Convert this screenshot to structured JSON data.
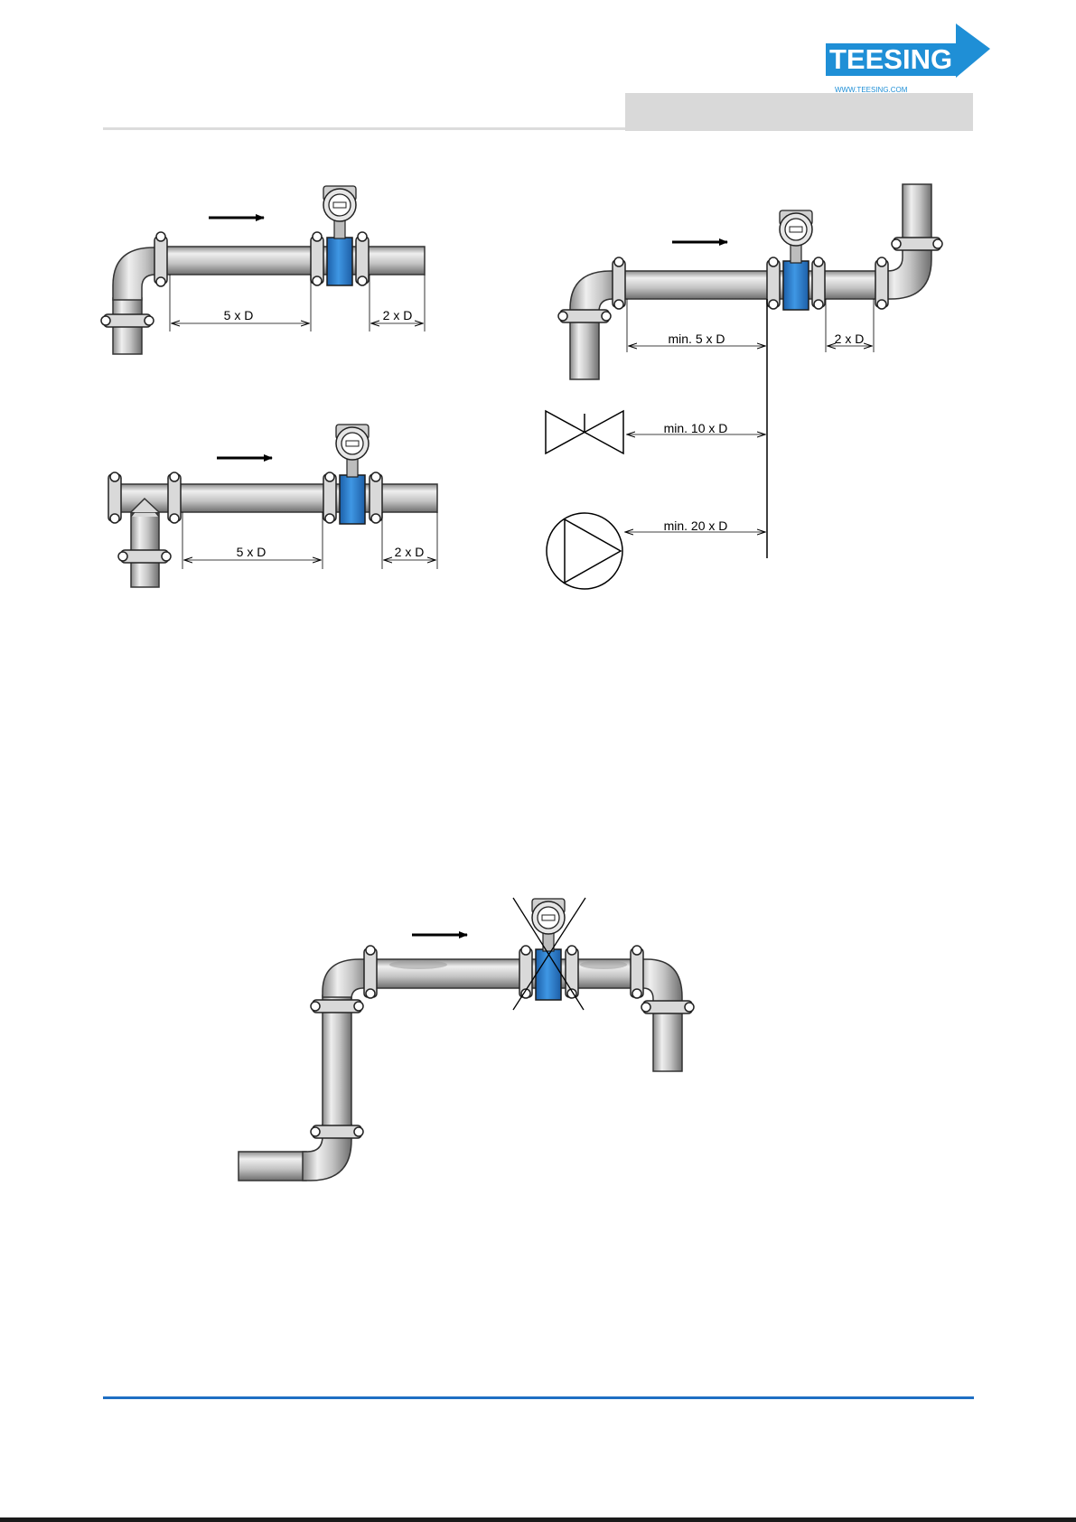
{
  "header": {
    "logo_text": "TEESING",
    "logo_url_text": "WWW.TEESING.COM",
    "brand_color": "#1f8fd6"
  },
  "diagram_1": {
    "upstream_label": "5 x D",
    "downstream_label": "2 x D"
  },
  "diagram_2": {
    "upstream_label": "5 x D",
    "downstream_label": "2 x D"
  },
  "diagram_3": {
    "upstream_label": "min. 5 x D",
    "downstream_label": "2 x D",
    "valve_label": "min. 10 x D",
    "pump_label": "min. 20 x D"
  },
  "colors": {
    "pipe_fill": "#c4c4c4",
    "pipe_highlight": "#efefef",
    "meter_blue": "#2f7fd2",
    "footer_rule": "#1f6fc3"
  },
  "icons": [
    "flow-arrow-icon",
    "transmitter-icon",
    "valve-icon",
    "pump-icon",
    "clamp-icon"
  ]
}
